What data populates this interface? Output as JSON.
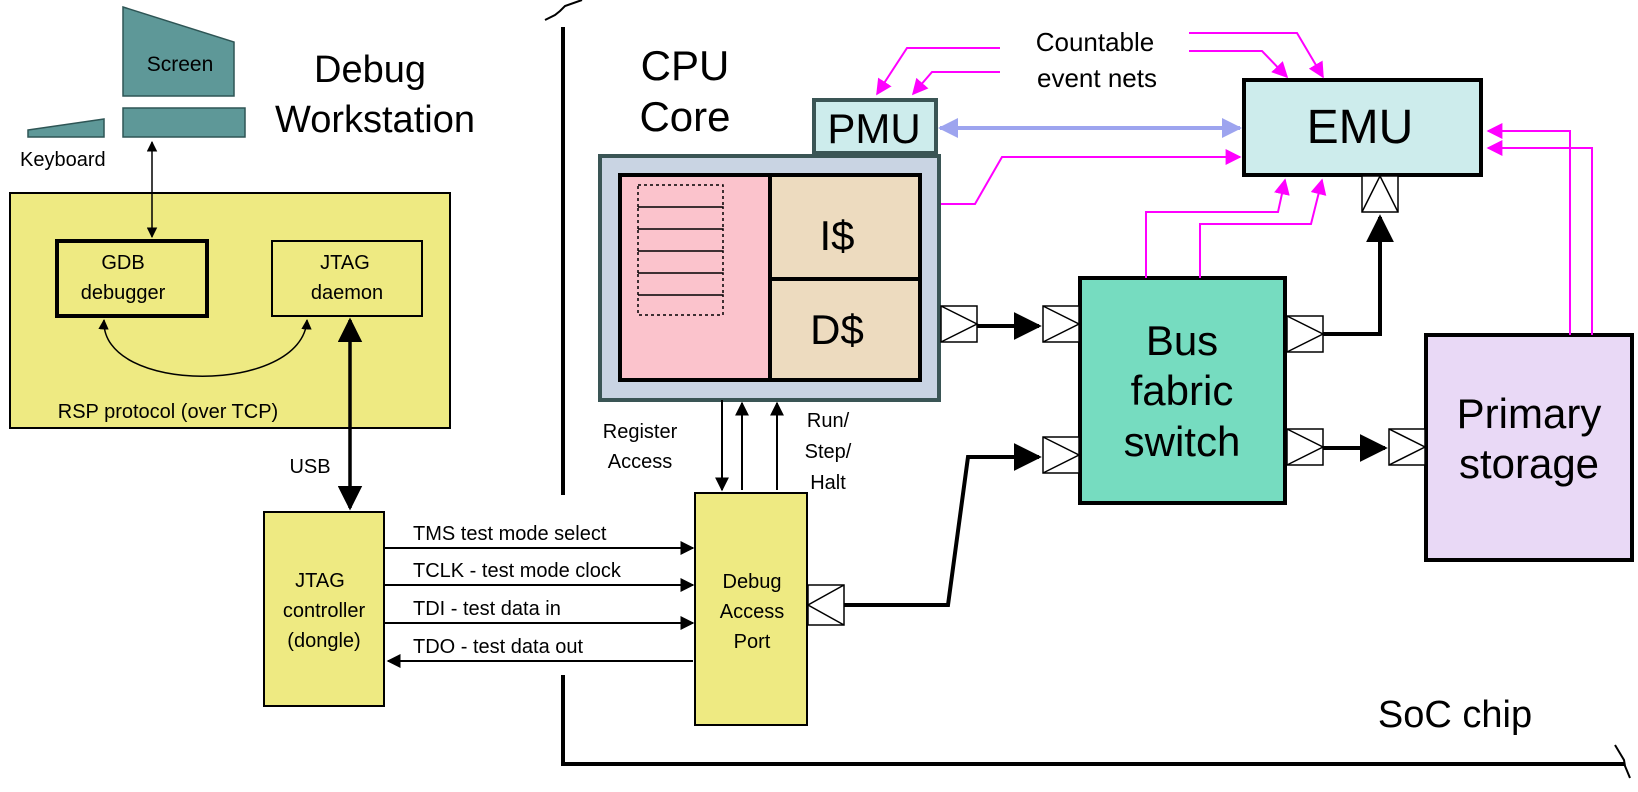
{
  "workstation": {
    "title_line1": "Debug",
    "title_line2": "Workstation",
    "screen_label": "Screen",
    "keyboard_label": "Keyboard",
    "gdb_line1": "GDB",
    "gdb_line2": "debugger",
    "jtag_daemon_line1": "JTAG",
    "jtag_daemon_line2": "daemon",
    "rsp_label": "RSP protocol (over TCP)",
    "usb_label": "USB"
  },
  "controller": {
    "line1": "JTAG",
    "line2": "controller",
    "line3": "(dongle)"
  },
  "jtag_signals": [
    "TMS test mode select",
    "TCLK - test mode clock",
    "TDI - test data in",
    "TDO - test data out"
  ],
  "cpu": {
    "title_line1": "CPU",
    "title_line2": "Core",
    "icache": "I$",
    "dcache": "D$",
    "pmu": "PMU",
    "register_access_line1": "Register",
    "register_access_line2": "Access",
    "run_line1": "Run/",
    "run_line2": "Step/",
    "run_line3": "Halt"
  },
  "debug_port": {
    "line1": "Debug",
    "line2": "Access",
    "line3": "Port"
  },
  "bus": {
    "line1": "Bus",
    "line2": "fabric",
    "line3": "switch"
  },
  "storage": {
    "line1": "Primary",
    "line2": "storage"
  },
  "emu": {
    "label": "EMU"
  },
  "event_nets": {
    "line1": "Countable",
    "line2": "event nets"
  },
  "soc_label": "SoC chip",
  "colors": {
    "yellow": "#eeea82",
    "teal_dark": "#5a9a9a",
    "bus_green": "#76dcc0",
    "storage_lilac": "#e9d9f6",
    "emu_cyan": "#cdecec",
    "cpu_gray": "#c9d4e3",
    "reg_pink": "#fbc3cc",
    "cache_tan": "#eddbbf",
    "magenta": "#ff00ff",
    "lavender_arrow": "#9da4ef"
  }
}
